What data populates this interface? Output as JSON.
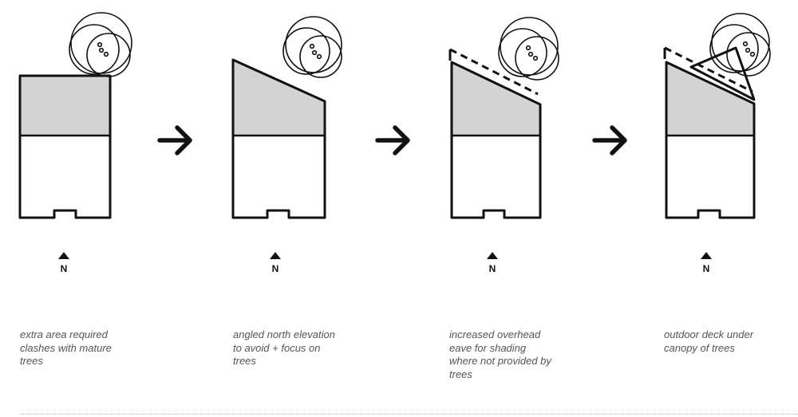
{
  "north_label": "N",
  "colors": {
    "ink": "#111111",
    "shade": "#d3d3d3",
    "caption": "#555555"
  },
  "icons": [
    "north-arrow-icon",
    "right-arrow-icon",
    "tree-canopy-icon"
  ],
  "steps": [
    {
      "caption": "extra area required\nclashes with mature\ntrees"
    },
    {
      "caption": "angled north elevation\nto avoid + focus on\ntrees"
    },
    {
      "caption": "increased overhead\neave for shading\nwhere not provided by\ntrees"
    },
    {
      "caption": "outdoor deck under\ncanopy of trees"
    }
  ]
}
